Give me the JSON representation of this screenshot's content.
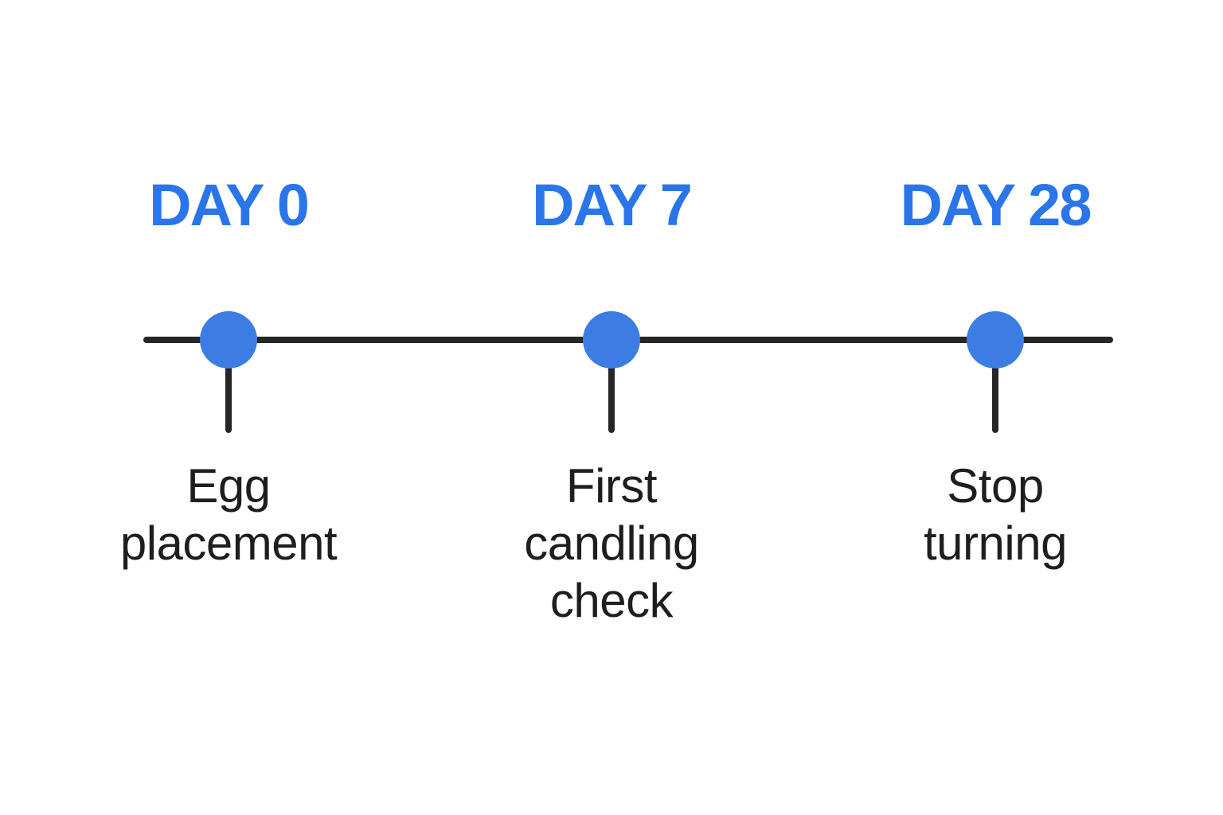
{
  "colors": {
    "day_label_blue": "#2B75EA",
    "dot_blue": "#3B7DE2",
    "axis_dark": "#262626",
    "description_dark": "#1E1E1E",
    "background": "#FFFFFF"
  },
  "timeline": {
    "type": "horizontal-milestone-timeline",
    "milestones": [
      {
        "day_label": "DAY 0",
        "description": "Egg placement",
        "lines": [
          "Egg",
          "placement",
          ""
        ]
      },
      {
        "day_label": "DAY 7",
        "description": "First candling check",
        "lines": [
          "First",
          "candling",
          "check"
        ]
      },
      {
        "day_label": "DAY 28",
        "description": "Stop turning",
        "lines": [
          "Stop",
          "turning",
          ""
        ]
      }
    ]
  }
}
